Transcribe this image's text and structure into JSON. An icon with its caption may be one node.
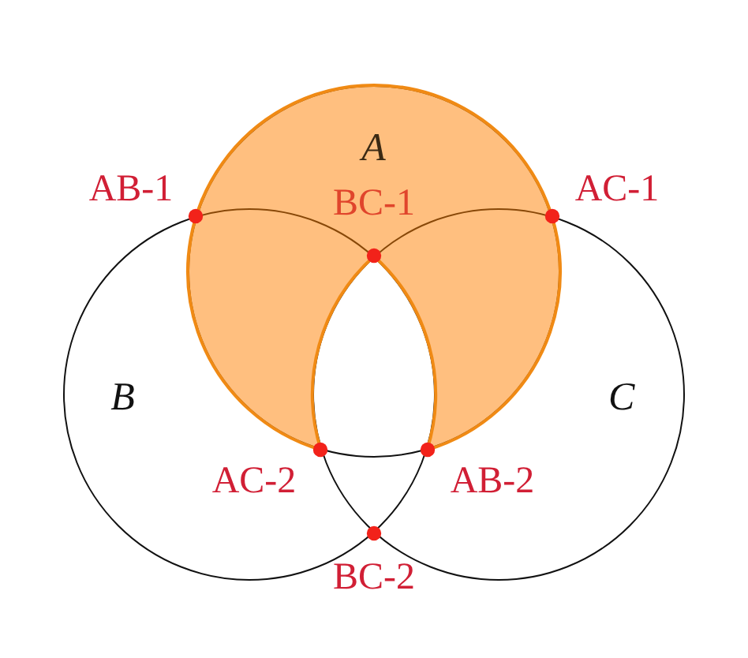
{
  "diagram": {
    "nodes": [
      {
        "text": [
          "A"
        ]
      },
      {
        "text": [
          "B"
        ]
      },
      {
        "text": [
          "C"
        ]
      }
    ],
    "labels": [
      "AB-1",
      "AC-1",
      "BC-1",
      "AC-2",
      "AB-2",
      "BC-2"
    ]
  }
}
